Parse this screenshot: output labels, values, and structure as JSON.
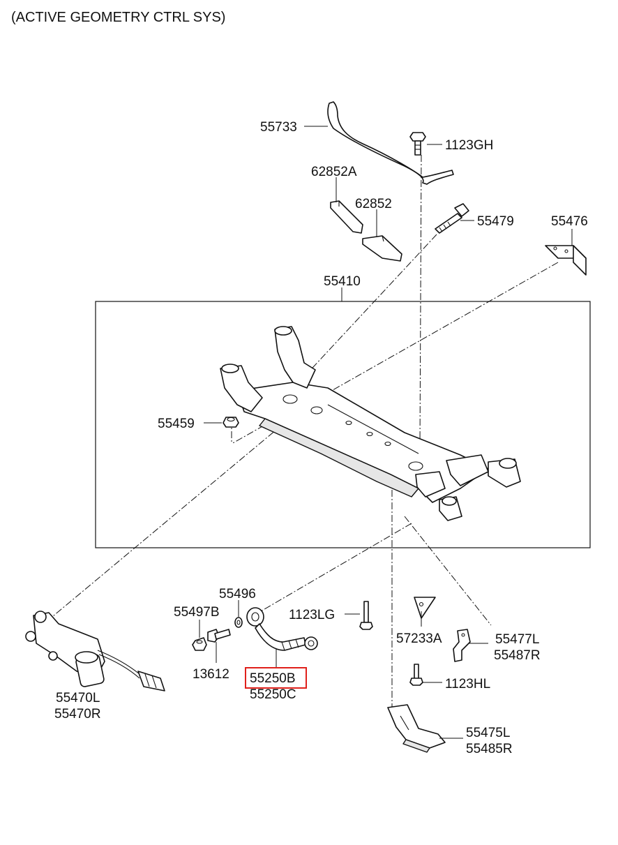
{
  "title": "(ACTIVE GEOMETRY CTRL SYS)",
  "highlight_color": "#e0201b",
  "labels": {
    "p55733": "55733",
    "p1123GH": "1123GH",
    "p62852A": "62852A",
    "p62852": "62852",
    "p55479": "55479",
    "p55476": "55476",
    "p55410": "55410",
    "p55459": "55459",
    "p55496": "55496",
    "p55497B": "55497B",
    "p1123LG": "1123LG",
    "p13612": "13612",
    "p55250B": "55250B",
    "p55250C": "55250C",
    "p57233A": "57233A",
    "p55477L": "55477L",
    "p55487R": "55487R",
    "p1123HL": "1123HL",
    "p55470L": "55470L",
    "p55470R": "55470R",
    "p55475L": "55475L",
    "p55485R": "55485R"
  }
}
